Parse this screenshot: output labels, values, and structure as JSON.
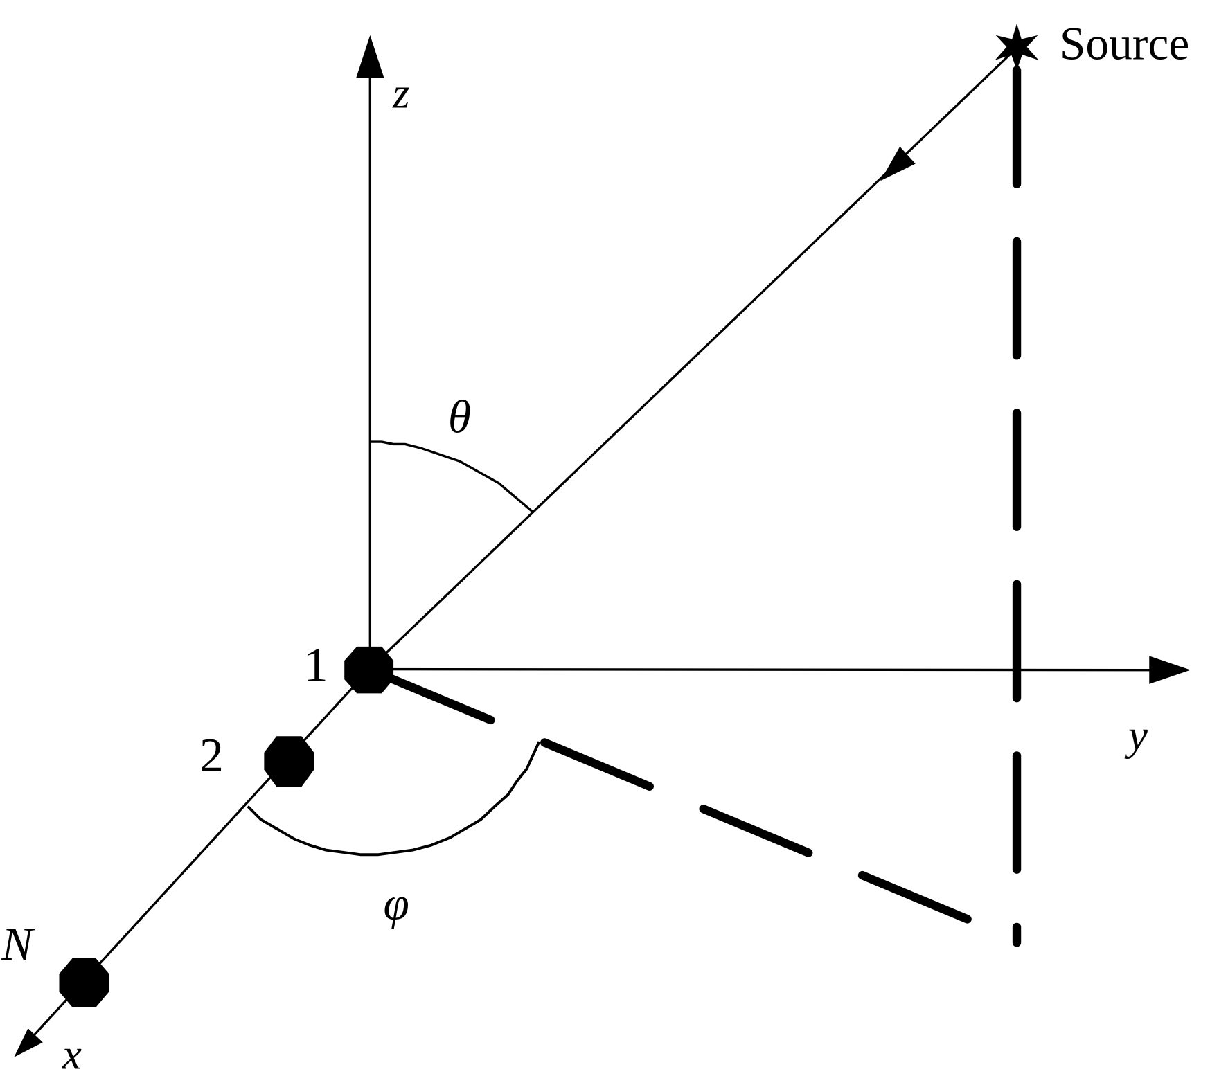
{
  "labels": {
    "source": "Source",
    "z_axis": "z",
    "y_axis": "y",
    "x_axis": "x",
    "theta": "θ",
    "phi": "φ",
    "node_1": "1",
    "node_2": "2",
    "node_n": "N"
  },
  "colors": {
    "ink": "#000000",
    "background": "#ffffff"
  }
}
